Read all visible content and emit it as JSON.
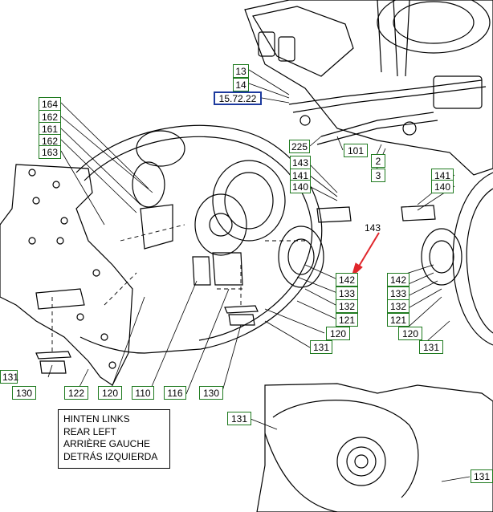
{
  "callouts": {
    "c13": "13",
    "c14": "14",
    "c15_72_22": "15.72.22",
    "c164": "164",
    "c162a": "162",
    "c161": "161",
    "c162b": "162",
    "c163": "163",
    "c225": "225",
    "c101": "101",
    "c2": "2",
    "c3": "3",
    "c143a": "143",
    "c141a": "141",
    "c140a": "140",
    "c143b": "143",
    "c141b": "141",
    "c140b": "140",
    "c142a": "142",
    "c133a": "133",
    "c132a": "132",
    "c121a": "121",
    "c120a": "120",
    "c131a": "131",
    "c142b": "142",
    "c133b": "133",
    "c132b": "132",
    "c121b": "121",
    "c120b": "120",
    "c131b": "131",
    "c131c": "131",
    "c130a": "130",
    "c122": "122",
    "c120c": "120",
    "c110": "110",
    "c116": "116",
    "c130b": "130",
    "c131d": "131",
    "c131e": "131"
  },
  "legend": {
    "line1": "HINTEN LINKS",
    "line2": "REAR LEFT",
    "line3": "ARRIÈRE GAUCHE",
    "line4": "DETRÁS IZQUIERDA"
  },
  "colors": {
    "callout_border": "#1f7a1f",
    "highlight_border": "#1d3a9e",
    "pointer_arrow": "#e0262b",
    "line_art": "#000000"
  }
}
